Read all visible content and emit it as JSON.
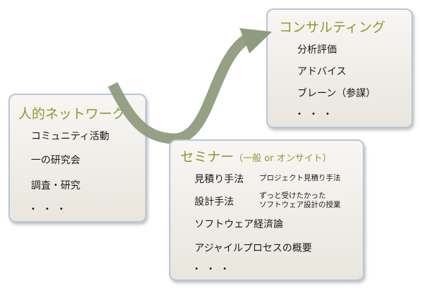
{
  "network": {
    "title": "人的ネットワーク",
    "items": [
      "コミュニティ活動",
      "一の研究会",
      "調査・研究",
      "・・・"
    ]
  },
  "consulting": {
    "title": "コンサルティング",
    "items": [
      "分析評価",
      "アドバイス",
      "ブレーン（参謀）",
      "・・・"
    ]
  },
  "seminar": {
    "title": "セミナー",
    "subtitle": "（一般 or オンサイト）",
    "items": [
      {
        "label": "見積り手法",
        "note": "プロジェクト見積り手法"
      },
      {
        "label": "設計手法",
        "note_lines": [
          "ずっと受けたかった",
          "ソフトウェア設計の授業"
        ]
      },
      {
        "label": "ソフトウェア経済論"
      },
      {
        "label": "アジャイルプロセスの概要"
      },
      {
        "label": "・・・"
      }
    ]
  },
  "colors": {
    "title_accent": "#8b9a2f",
    "box_border": "#b9c6d6",
    "arrow_fill": "#8f9b7e"
  }
}
